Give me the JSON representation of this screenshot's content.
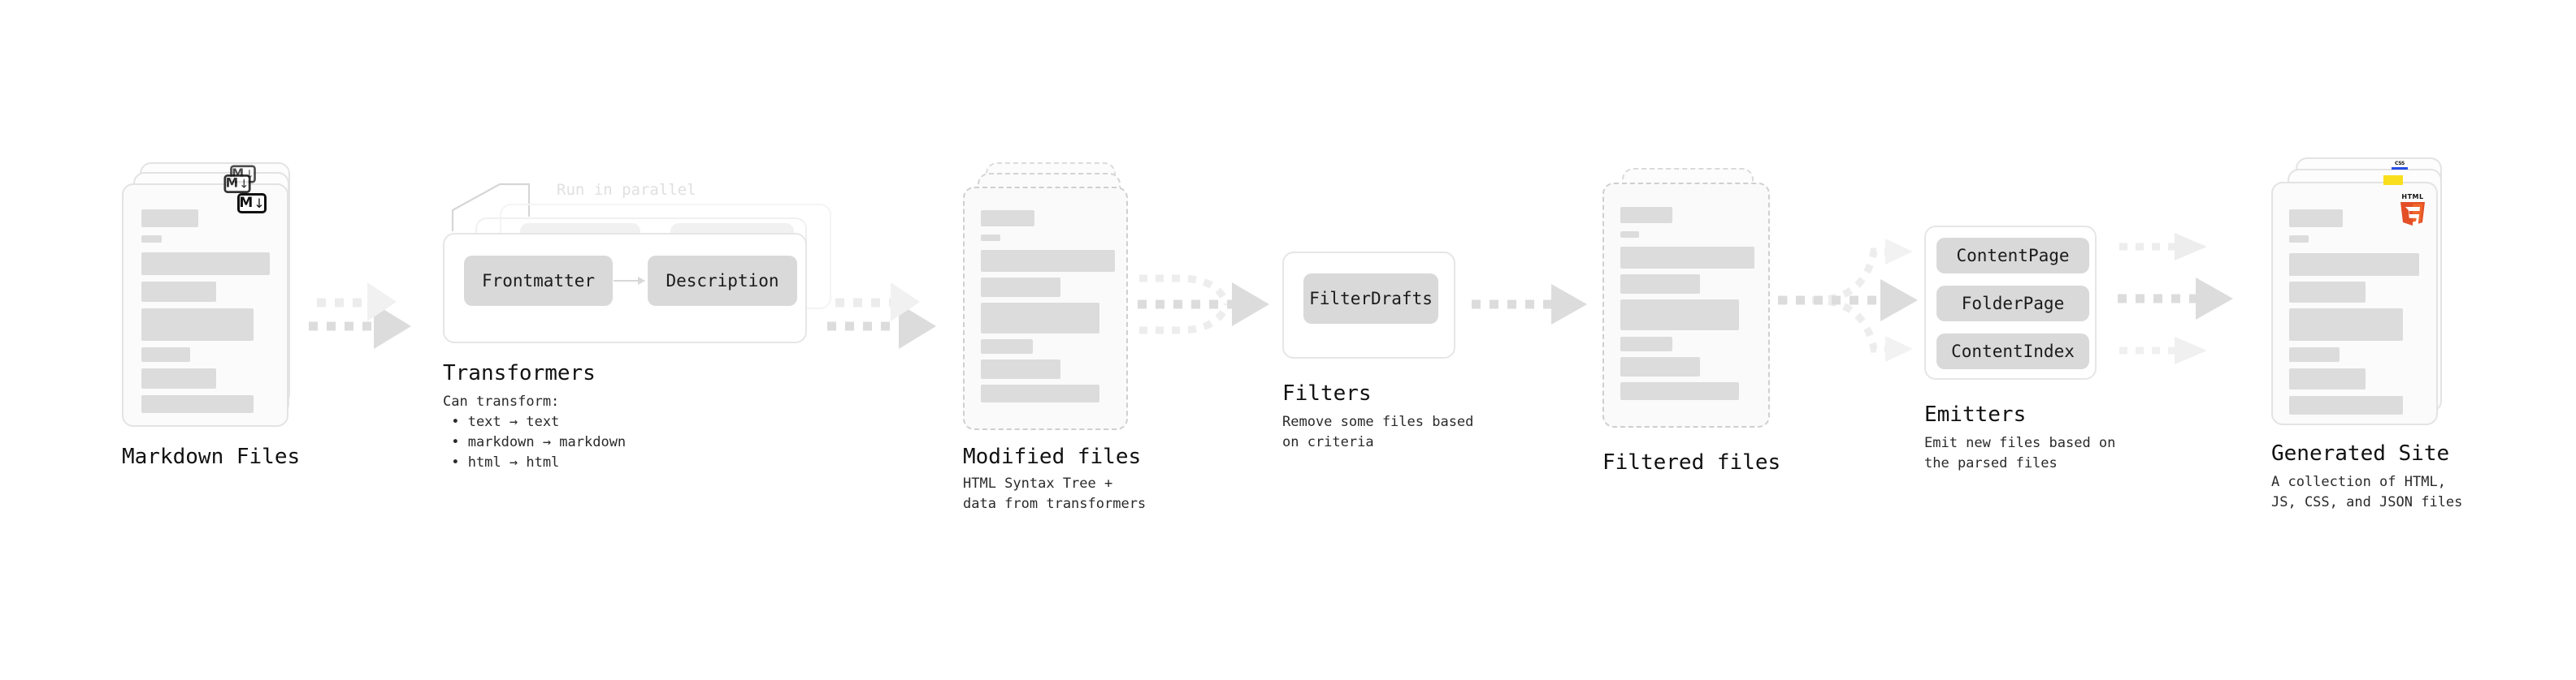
{
  "diagram": {
    "type": "pipeline-flow",
    "background": "#ffffff",
    "accent_colors": {
      "skeleton": "#dcdcdc",
      "pill": "#d9d9d9",
      "arrow": "#dcdcdc",
      "html5": "#e34f26",
      "javascript": "#f7df1e",
      "css": "#264de4",
      "muted_text": "#e0e0e0"
    }
  },
  "stages": [
    {
      "id": "markdown-files",
      "title": "Markdown Files",
      "subtitle": "",
      "badge": "markdown-icon",
      "card_style": "solid",
      "stack_count": 3
    },
    {
      "id": "transformers",
      "title": "Transformers",
      "subtitle": "Can transform:\n • text → text\n • markdown → markdown\n • html → html",
      "annotation": "Run in parallel",
      "stack_count": 3,
      "items": [
        "Frontmatter",
        "Description"
      ]
    },
    {
      "id": "modified-files",
      "title": "Modified files",
      "subtitle": "HTML Syntax Tree +\ndata from transformers",
      "card_style": "dashed",
      "stack_count": 3
    },
    {
      "id": "filters",
      "title": "Filters",
      "subtitle": "Remove some files based\non criteria",
      "stack_count": 1,
      "items": [
        "FilterDrafts"
      ]
    },
    {
      "id": "filtered-files",
      "title": "Filtered files",
      "subtitle": "",
      "card_style": "dashed",
      "stack_count": 2
    },
    {
      "id": "emitters",
      "title": "Emitters",
      "subtitle": "Emit new files based on\nthe parsed files",
      "stack_count": 1,
      "items": [
        "ContentPage",
        "FolderPage",
        "ContentIndex"
      ]
    },
    {
      "id": "generated-site",
      "title": "Generated Site",
      "subtitle": "A collection of HTML,\nJS, CSS, and JSON files",
      "badges": [
        "html5-icon",
        "javascript-icon",
        "css-icon"
      ],
      "card_style": "solid",
      "stack_count": 3
    }
  ],
  "markdown_badge": {
    "letter": "M",
    "arrow": "↓"
  },
  "html5_badge": {
    "label": "HTML",
    "digit": "5"
  },
  "css_badge": {
    "label": "CSS"
  },
  "connectors": [
    {
      "from": "markdown-files",
      "to": "transformers",
      "style": "dashed",
      "fan": "merge-2"
    },
    {
      "from": "transformers",
      "to": "modified-files",
      "style": "dashed",
      "fan": "merge-2"
    },
    {
      "from": "modified-files",
      "to": "filters",
      "style": "dashed",
      "fan": "merge-3"
    },
    {
      "from": "filters",
      "to": "filtered-files",
      "style": "dashed",
      "fan": "single"
    },
    {
      "from": "filtered-files",
      "to": "emitters",
      "style": "dashed",
      "fan": "split-3"
    },
    {
      "from": "emitters",
      "to": "generated-site",
      "style": "dashed",
      "fan": "parallel-3"
    }
  ]
}
